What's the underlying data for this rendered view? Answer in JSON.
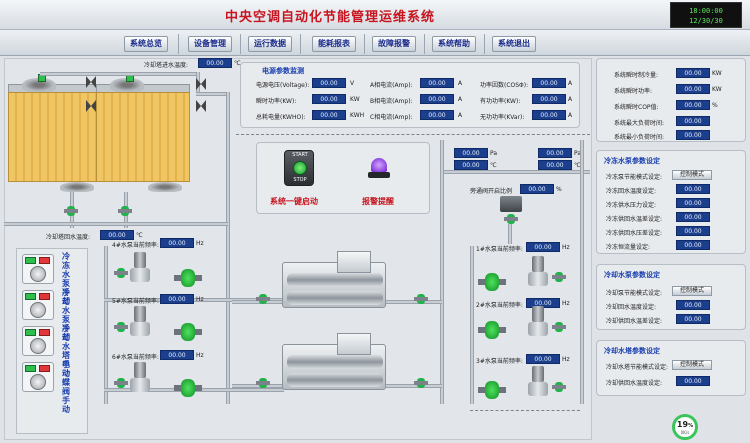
{
  "app": {
    "title": "中央空调自动化节能管理运维系统",
    "clock_time": "18:00:00",
    "clock_date": "12/30/30"
  },
  "nav": [
    "系统总览",
    "设备管理",
    "运行数据",
    "能耗报表",
    "故障报警",
    "系统帮助",
    "系统退出"
  ],
  "power_panel": {
    "title": "电源参数监测",
    "rows": [
      [
        {
          "label": "电源电压(Voltage):",
          "value": "00.00",
          "unit": "V"
        },
        {
          "label": "A相电流(Amp):",
          "value": "00.00",
          "unit": "A"
        },
        {
          "label": "功率因数(COSΦ):",
          "value": "00.00",
          "unit": "A"
        }
      ],
      [
        {
          "label": "瞬时功率(KW):",
          "value": "00.00",
          "unit": "KW"
        },
        {
          "label": "B相电流(Amp):",
          "value": "00.00",
          "unit": "A"
        },
        {
          "label": "有功功率(KW):",
          "value": "00.00",
          "unit": "A"
        }
      ],
      [
        {
          "label": "总耗电量(KWHO):",
          "value": "00.00",
          "unit": "KWH"
        },
        {
          "label": "C相电流(Amp):",
          "value": "00.00",
          "unit": "A"
        },
        {
          "label": "无功功率(KVar):",
          "value": "00.00",
          "unit": "A"
        }
      ]
    ]
  },
  "start": {
    "btn_top": "START",
    "btn_bottom": "STOP",
    "caption": "系统一键启动"
  },
  "alarm": {
    "caption": "报警提醒"
  },
  "right_panel": {
    "summary": [
      {
        "label": "系统瞬时制冷量:",
        "value": "00.00",
        "unit": "KW"
      },
      {
        "label": "系统瞬时功率:",
        "value": "00.00",
        "unit": "KW"
      },
      {
        "label": "系统瞬时COP值:",
        "value": "00.00",
        "unit": "%"
      },
      {
        "label": "系统最大负荷时间:",
        "value": "00.00",
        "unit": ""
      },
      {
        "label": "系统最小负荷时间:",
        "value": "00.00",
        "unit": ""
      }
    ],
    "chilled_title": "冷冻水泵参数设定",
    "chilled": [
      {
        "label": "冷冻泵节能模式设定:",
        "value": "控制模式",
        "type": "mode"
      },
      {
        "label": "冷冻回水温度设定:",
        "value": "00.00",
        "type": "v"
      },
      {
        "label": "冷冻供水压力设定:",
        "value": "00.00",
        "type": "v"
      },
      {
        "label": "冷冻供回水温差设定:",
        "value": "00.00",
        "type": "v"
      },
      {
        "label": "冷冻供回水压差设定:",
        "value": "00.00",
        "type": "v"
      },
      {
        "label": "冷冻恒流量设定:",
        "value": "00.00",
        "type": "v"
      }
    ],
    "cooling_title": "冷却水泵参数设定",
    "cooling": [
      {
        "label": "冷却泵节能模式设定:",
        "value": "控制模式",
        "type": "mode"
      },
      {
        "label": "冷却回水温度设定:",
        "value": "00.00",
        "type": "v"
      },
      {
        "label": "冷却供回水温差设定:",
        "value": "00.00",
        "type": "v"
      }
    ],
    "tower_title": "冷却水塔参数设定",
    "tower": [
      {
        "label": "冷却水塔节能模式设定:",
        "value": "控制模式",
        "type": "mode"
      },
      {
        "label": "冷却供回水温度设定:",
        "value": "00.00",
        "type": "v"
      }
    ]
  },
  "schematic": {
    "cooling_supply_label": "冷却塔进水温度:",
    "cooling_supply_value": "00.00",
    "cooling_return_label": "冷却塔回水温度:",
    "cooling_return_value": "00.00",
    "temp_unit": "℃",
    "pressure_unit": "Pa",
    "bypass_label": "旁通阀开启比例",
    "bypass_value": "00.00",
    "bypass_unit": "%",
    "left_pumps": [
      {
        "label": "4#水泵当前频率:",
        "value": "00.00",
        "unit": "Hz"
      },
      {
        "label": "5#水泵当前频率:",
        "value": "00.00",
        "unit": "Hz"
      },
      {
        "label": "6#水泵当前频率:",
        "value": "00.00",
        "unit": "Hz"
      }
    ],
    "right_pumps": [
      {
        "label": "1#水泵当前频率:",
        "value": "00.00",
        "unit": "Hz"
      },
      {
        "label": "2#水泵当前频率:",
        "value": "00.00",
        "unit": "Hz"
      },
      {
        "label": "3#水泵当前频率:",
        "value": "00.00",
        "unit": "Hz"
      }
    ],
    "manual": [
      "冷冻水泵手动",
      "冷却水泵手动",
      "冷却水塔手动",
      "电动蝶阀手动"
    ],
    "press_values": [
      "00.00",
      "00.00",
      "00.00",
      "00.00"
    ]
  },
  "gauge": {
    "value": "19",
    "unit": "%",
    "sub": "0K/s",
    "percent": 19
  }
}
